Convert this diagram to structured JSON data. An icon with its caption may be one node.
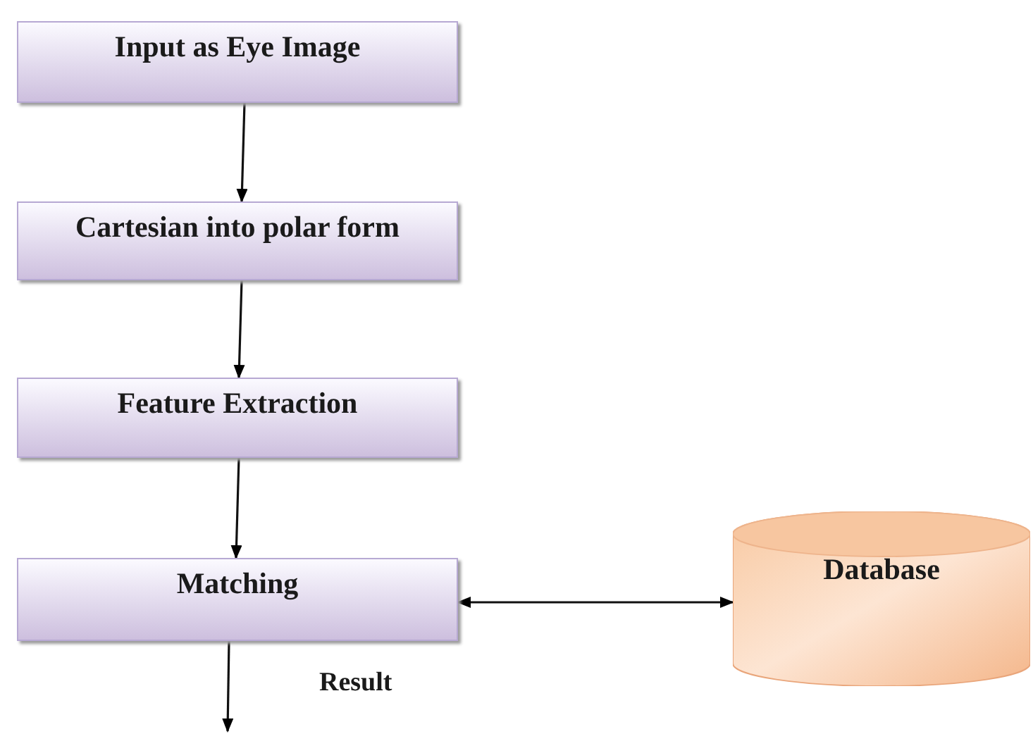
{
  "diagram": {
    "nodes": [
      {
        "text": [
          "Input as Eye Image"
        ]
      },
      {
        "text": [
          "Cartesian into polar form"
        ]
      },
      {
        "text": [
          "Feature Extraction"
        ]
      },
      {
        "text": [
          "Matching"
        ]
      },
      {
        "text": [
          "Database"
        ]
      }
    ],
    "edges": [
      {
        "from": 0,
        "to": 1,
        "arrow": "to"
      },
      {
        "from": 1,
        "to": 2,
        "arrow": "to"
      },
      {
        "from": 2,
        "to": 3,
        "arrow": "to"
      },
      {
        "from": 3,
        "to": 4,
        "arrow": "both"
      },
      {
        "from": 3,
        "to": null,
        "arrow": "to",
        "label": "Result"
      }
    ]
  }
}
